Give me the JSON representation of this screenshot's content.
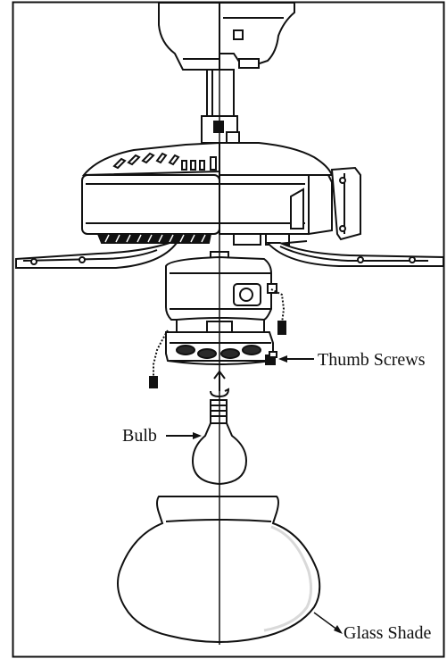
{
  "labels": {
    "thumb_screws": "Thumb Screws",
    "bulb": "Bulb",
    "glass_shade": "Glass Shade"
  },
  "colors": {
    "line": "#111111",
    "fill": "#ffffff",
    "dark": "#2a2a2a",
    "shade_gray": "#d9d9d9"
  }
}
